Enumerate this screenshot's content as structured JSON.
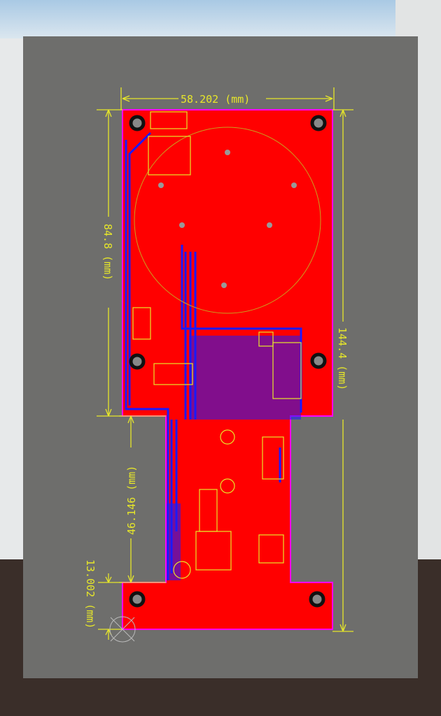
{
  "dimensions": {
    "board_width": "58.202 (mm)",
    "upper_height": "84.8 (mm)",
    "total_height": "144.4 (mm)",
    "neck_height": "46.146 (mm)",
    "bottom_height": "13.002 (mm)"
  },
  "colors": {
    "copper_top": "#ff0000",
    "copper_bottom": "#1a1aff",
    "silkscreen": "#e6e62a",
    "outline": "#ff00ff",
    "background": "#6e6e6c"
  }
}
